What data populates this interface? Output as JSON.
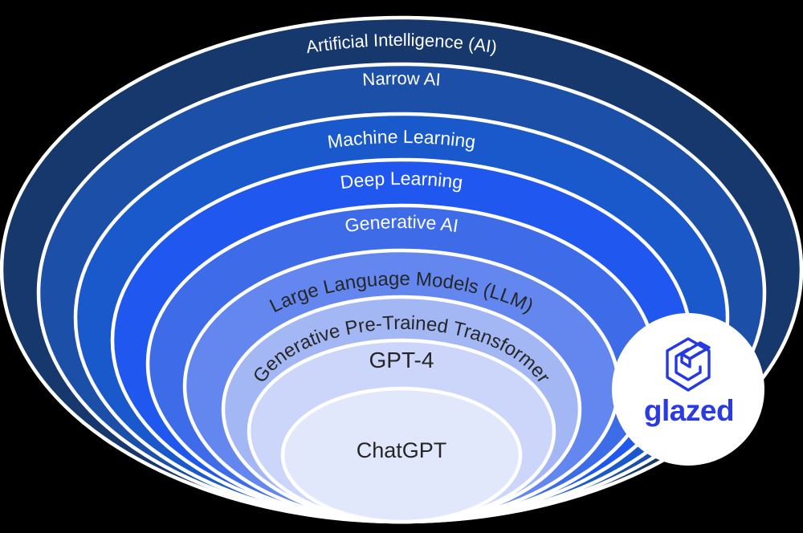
{
  "diagram": {
    "background_color": "#000000",
    "ring_outline_color": "#FFFFFF",
    "rings": [
      {
        "label": "Artificial Intelligence (AI)",
        "color": "#17386D",
        "text_color": "#FFFFFF"
      },
      {
        "label": "Narrow AI",
        "color": "#1C50A8",
        "text_color": "#FFFFFF"
      },
      {
        "label": "Machine Learning",
        "color": "#1959CB",
        "text_color": "#FFFFFF"
      },
      {
        "label": "Deep Learning",
        "color": "#2057EE",
        "text_color": "#FFFFFF"
      },
      {
        "label": "Generative AI",
        "color": "#3E6CE9",
        "text_color": "#FFFFFF"
      },
      {
        "label": "Large Language Models (LLM)",
        "color": "#6387EF",
        "text_color": "#262626"
      },
      {
        "label": "Generative Pre-Trained Transformer",
        "color": "#A3B7F5",
        "text_color": "#262626"
      },
      {
        "label": "GPT-4",
        "color": "#CBD6FA",
        "text_color": "#262626"
      },
      {
        "label": "ChatGPT",
        "color": "#E2E8FC",
        "text_color": "#262626"
      }
    ]
  },
  "badge": {
    "brand": "glazed",
    "background_color": "#FFFFFF",
    "wordmark_color": "#2B3BE2",
    "logo_color": "#2539E3",
    "logo_icon": "glazed-logo"
  }
}
